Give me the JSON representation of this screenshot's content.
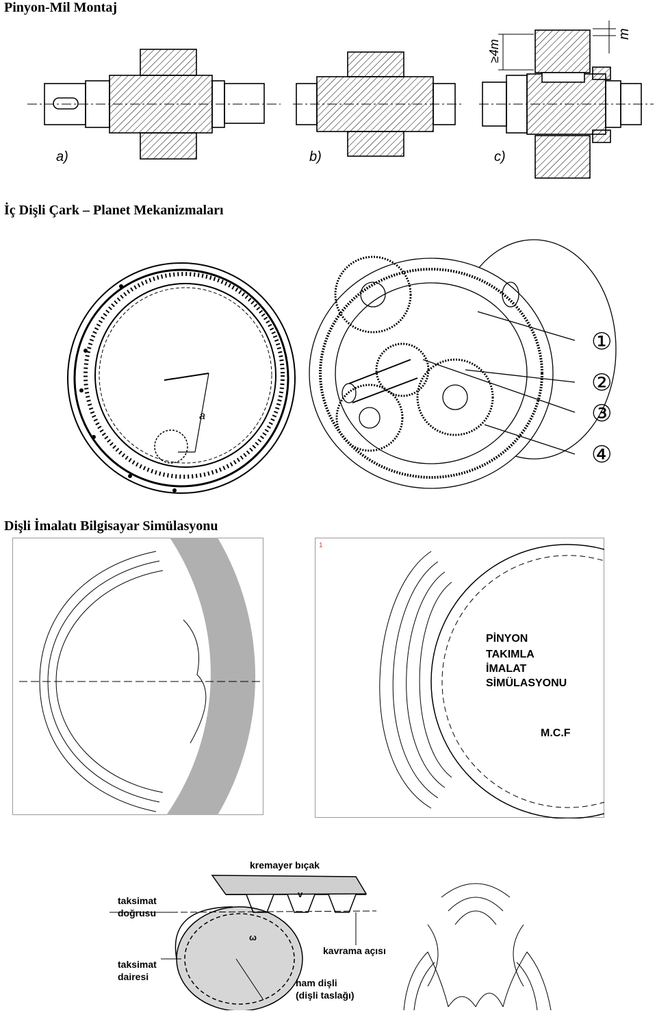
{
  "sections": [
    {
      "heading": "Pinyon-Mil  Montaj"
    },
    {
      "heading": "İç Dişli Çark – Planet Mekanizmaları"
    },
    {
      "heading": "Dişli İmalatı Bilgisayar Simülasyonu"
    }
  ],
  "fig1": {
    "labels": [
      "a)",
      "b)",
      "c)"
    ],
    "dim_module": "m",
    "dim_min": "≥4m"
  },
  "fig2": {
    "dim_a": "a",
    "callouts": [
      "①",
      "②",
      "③",
      "④"
    ]
  },
  "fig3": {
    "corner_mark": "1",
    "title_lines": [
      "PİNYON",
      "TAKIMLA",
      "İMALAT",
      "SİMÜLASYONU"
    ],
    "author": "M.C.F"
  },
  "fig4": {
    "rack_label": "kremayer bıçak",
    "pitch_line": [
      "taksimat",
      "doğrusu"
    ],
    "pitch_circle": [
      "taksimat",
      "dairesi"
    ],
    "pressure_angle": "kavrama açısı",
    "blank": [
      "ham dişli",
      "(dişli taslağı)"
    ],
    "velocity": "v",
    "omega": "ω"
  },
  "colors": {
    "ink": "#000000",
    "ring_gray": "#b0b0b0",
    "panel_border": "#999999"
  }
}
